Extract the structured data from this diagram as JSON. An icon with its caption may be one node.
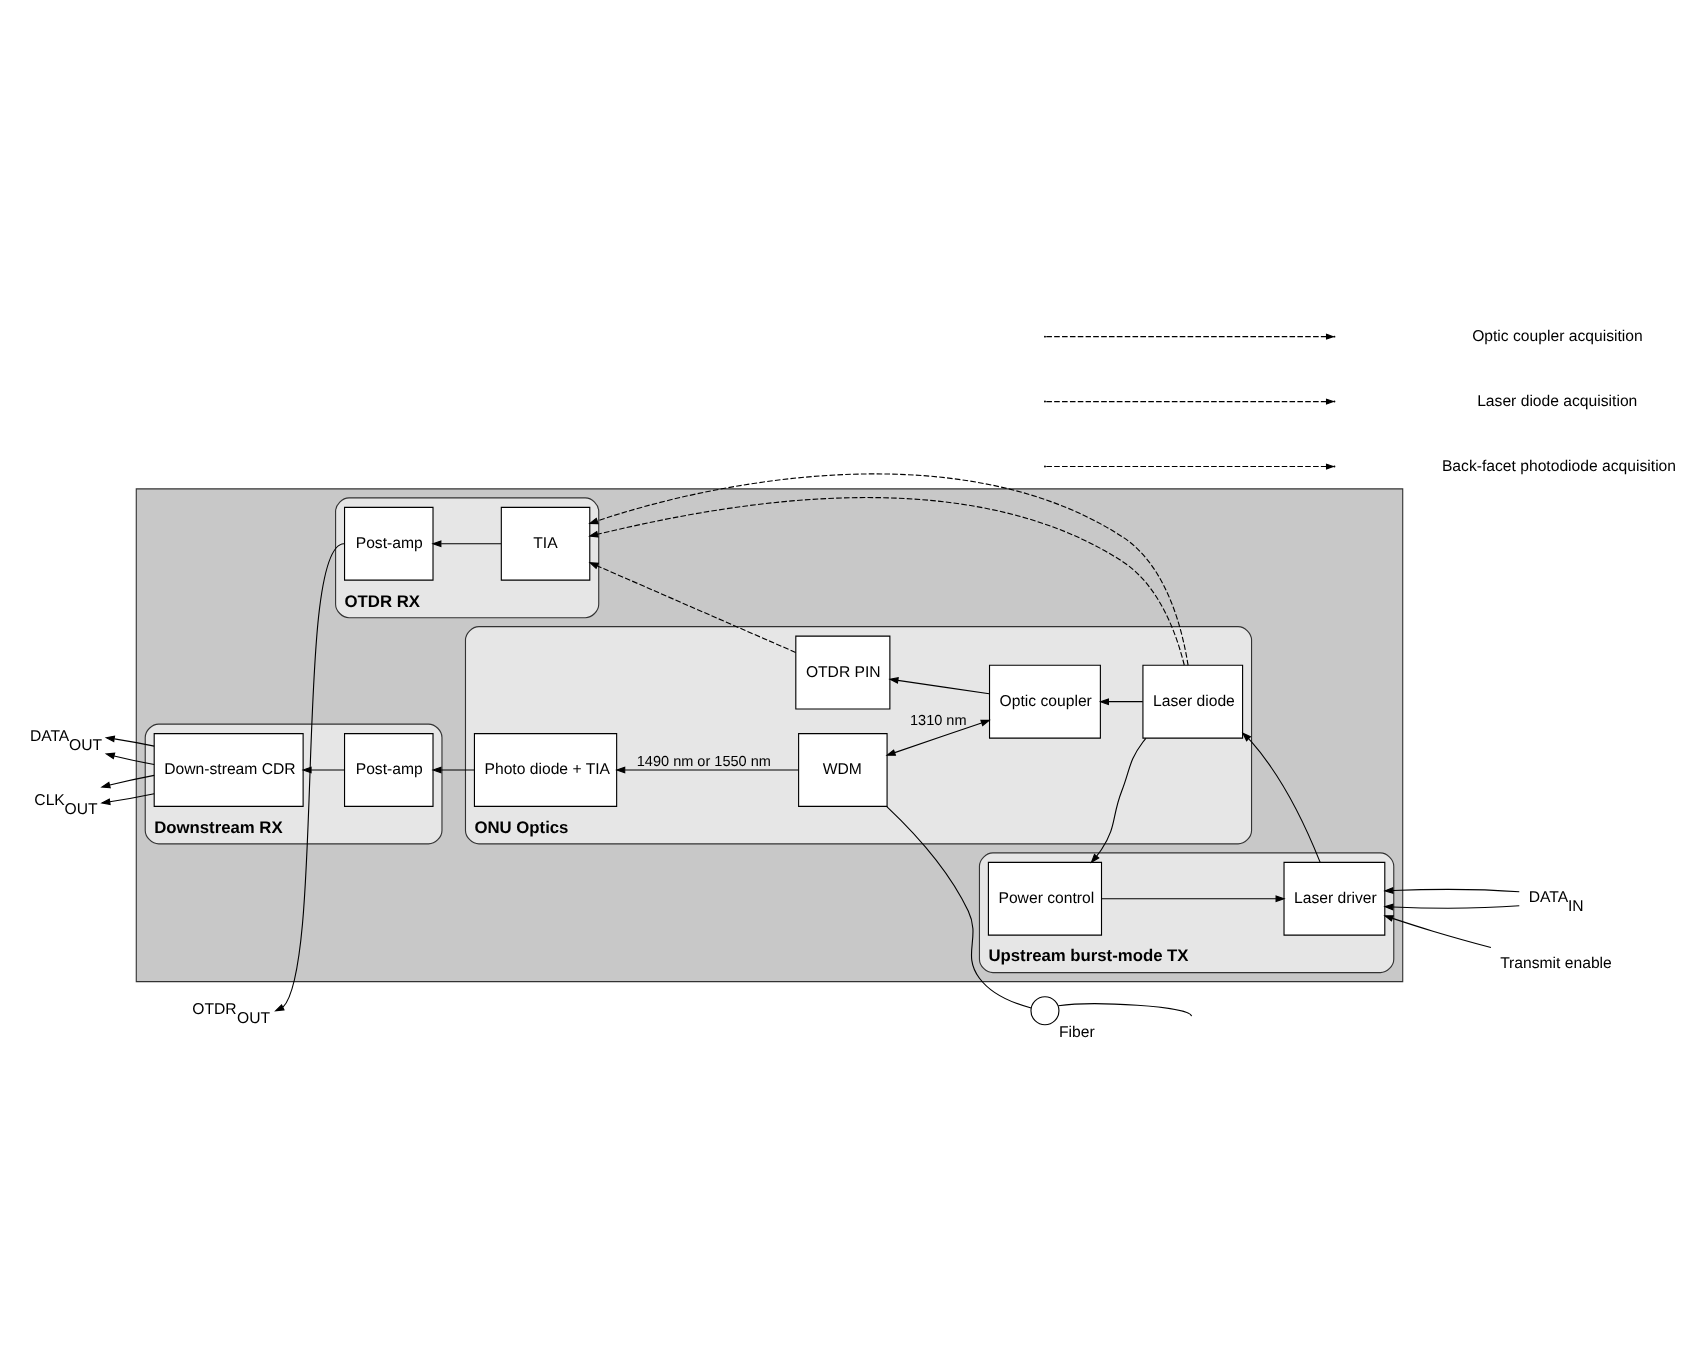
{
  "diagram": {
    "nodes": [
      {
        "text": [],
        "shape": "box"
      },
      {
        "text": [
          "OTDR RX"
        ],
        "in": 0
      },
      {
        "text": [
          "Post-amp"
        ],
        "in": 1
      },
      {
        "text": [
          "TIA"
        ],
        "in": 1
      },
      {
        "text": [
          "Upstream burst-mode TX"
        ],
        "in": 0
      },
      {
        "text": [
          "Laser driver"
        ],
        "in": 4
      },
      {
        "text": [
          "Power control"
        ],
        "in": 4
      },
      {
        "text": [
          "Downstream RX"
        ],
        "in": 0
      },
      {
        "text": [
          "Down-stream CDR"
        ],
        "in": 7
      },
      {
        "text": [
          "Post-amp"
        ],
        "in": 7
      },
      {
        "text": [
          "ONU Optics"
        ],
        "in": 0
      },
      {
        "text": [
          "OTDR PIN"
        ],
        "in": 10
      },
      {
        "text": [
          "Laser diode"
        ],
        "in": 10
      },
      {
        "text": [
          "Optic coupler"
        ],
        "in": 10
      },
      {
        "text": [
          "WDM"
        ],
        "in": 10
      },
      {
        "text": [
          "Photo diode + TIA"
        ],
        "in": 10
      },
      {
        "text": [
          "OTDR$_{OUT}$"
        ]
      },
      {
        "text": [
          "DATA$_{IN}$"
        ]
      },
      {
        "text": [
          "Transmit enable"
        ]
      },
      {
        "text": [
          "DATA$_{OUT}$"
        ]
      },
      {
        "text": [
          "CLK$_{OUT}$"
        ]
      },
      {
        "text": [],
        "shape": "circle",
        "beside": [
          "Fiber"
        ]
      }
    ],
    "edges": [
      {
        "from": 2,
        "to": 16,
        "arrow": "to"
      },
      {
        "from": 3,
        "to": 2,
        "arrow": "to"
      },
      {
        "from": 11,
        "to": 3,
        "arrow": "to",
        "style": "dashed"
      },
      {
        "from": 12,
        "to": 3,
        "arrow": "to",
        "style": "dashed"
      },
      {
        "from": 12,
        "to": 3,
        "arrow": "to",
        "style": "dashed"
      },
      {
        "from": 17,
        "to": 5,
        "arrow": "to"
      },
      {
        "from": 17,
        "to": 5,
        "arrow": "to"
      },
      {
        "from": 18,
        "to": 5,
        "arrow": "to"
      },
      {
        "from": 5,
        "to": 12,
        "arrow": "to"
      },
      {
        "from": 6,
        "to": 5,
        "arrow": "to"
      },
      {
        "from": 12,
        "to": 6,
        "arrow": "to"
      },
      {
        "from": 12,
        "to": 13,
        "arrow": "to"
      },
      {
        "from": 13,
        "to": 11,
        "arrow": "to"
      },
      {
        "from": 13,
        "to": 14,
        "arrow": "both",
        "label": "1310 nm"
      },
      {
        "from": 14,
        "to": 15,
        "arrow": "to",
        "label": "1490 nm or 1550 nm"
      },
      {
        "from": 14,
        "to": 21,
        "arrow": "none"
      },
      {
        "from": 21,
        "to": null,
        "arrow": "none"
      },
      {
        "from": 15,
        "to": 9,
        "arrow": "to"
      },
      {
        "from": 9,
        "to": 8,
        "arrow": "to"
      },
      {
        "from": 8,
        "to": 19,
        "arrow": "to"
      },
      {
        "from": 8,
        "to": 19,
        "arrow": "to"
      },
      {
        "from": 8,
        "to": 20,
        "arrow": "to"
      },
      {
        "from": 8,
        "to": 20,
        "arrow": "to"
      }
    ],
    "legend": [
      {
        "text": "Optic coupler acquisition"
      },
      {
        "text": "Laser diode acquisition"
      },
      {
        "text": "Back-facet photodiode acquisition"
      }
    ]
  }
}
